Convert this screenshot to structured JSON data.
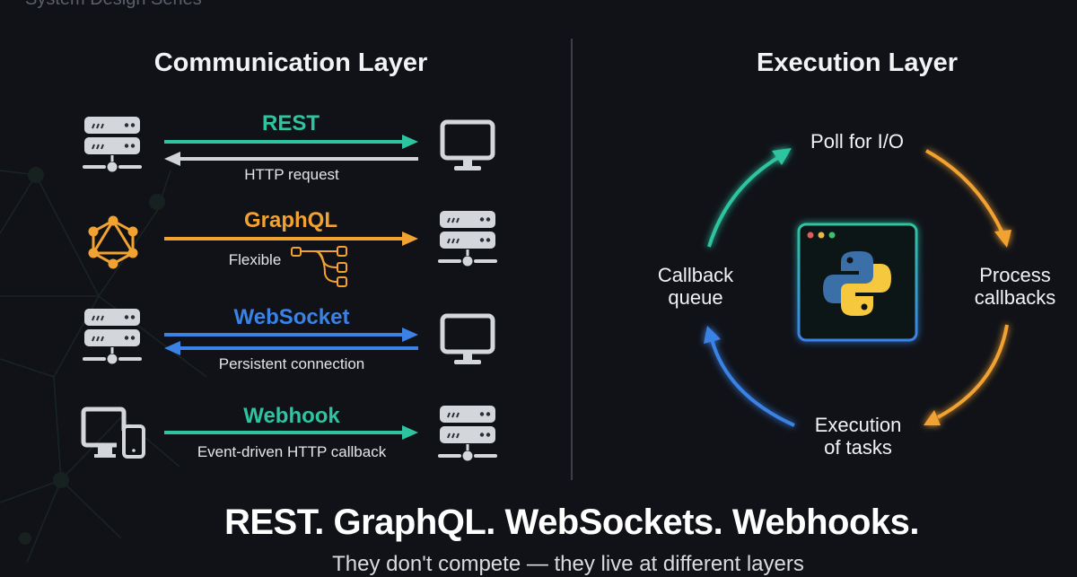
{
  "series_label": "System Design Series",
  "communication": {
    "heading": "Communication Layer",
    "protocols": [
      {
        "name": "REST",
        "description": "HTTP request",
        "color": "#2ec4a0",
        "return_color": "#d0d3d8",
        "left_icon": "server-icon",
        "right_icon": "monitor-icon",
        "direction": "bidirectional"
      },
      {
        "name": "GraphQL",
        "description": "Flexible",
        "color": "#f2a230",
        "left_icon": "graphql-icon",
        "right_icon": "server-icon",
        "direction": "one-way",
        "extra_icon": "tree-branch-icon"
      },
      {
        "name": "WebSocket",
        "description": "Persistent connection",
        "color": "#3b82e6",
        "return_color": "#3b82e6",
        "left_icon": "server-icon",
        "right_icon": "monitor-icon",
        "direction": "bidirectional"
      },
      {
        "name": "Webhook",
        "description": "Event-driven HTTP callback",
        "color": "#2ec4a0",
        "left_icon": "devices-icon",
        "right_icon": "server-icon",
        "direction": "one-way"
      }
    ]
  },
  "execution": {
    "heading": "Execution Layer",
    "center_icon": "python-logo-icon",
    "window_dots": [
      "#e05b5b",
      "#e6b84a",
      "#3fbf6f"
    ],
    "steps": [
      {
        "label_lines": [
          "Poll for I/O"
        ],
        "arrow_color": "#f2a230"
      },
      {
        "label_lines": [
          "Process",
          "callbacks"
        ],
        "arrow_color": "#f2a230"
      },
      {
        "label_lines": [
          "Execution",
          "of tasks"
        ],
        "arrow_color": "#3b82e6"
      },
      {
        "label_lines": [
          "Callback",
          "queue"
        ],
        "arrow_color": "#2ec4a0"
      }
    ]
  },
  "footer": {
    "headline": "REST. GraphQL. WebSockets. Webhooks.",
    "tagline": "They don't compete — they live at different layers"
  }
}
